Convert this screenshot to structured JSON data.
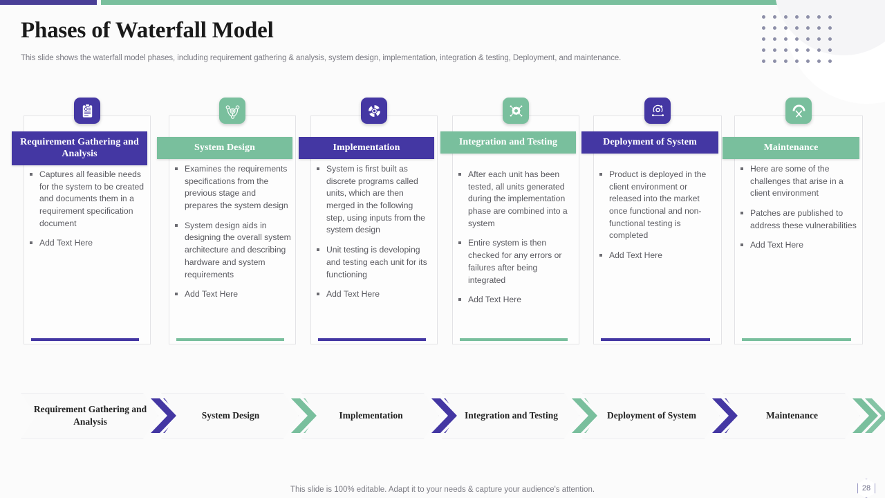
{
  "header": {
    "title": "Phases of Waterfall Model",
    "subtitle": "This slide shows the waterfall model phases, including requirement gathering & analysis, system design, implementation, integration & testing, Deployment, and maintenance."
  },
  "theme": {
    "purple": "#4437a3",
    "green": "#79bf9d",
    "topbar_purple": "#4a3f97",
    "text_body": "#5a5a60",
    "page_bg": "#fbfbfb"
  },
  "cards": [
    {
      "title": "Requirement Gathering and Analysis",
      "color": "purple",
      "icon": "clipboard-document-icon",
      "bullets": [
        "Captures all feasible needs for the system to be created and documents them in a requirement specification document",
        "Add Text Here"
      ]
    },
    {
      "title": "System Design",
      "color": "green",
      "icon": "network-nodes-icon",
      "bullets": [
        "Examines the requirements specifications from the previous stage and prepares the system design",
        "System design aids in designing the overall system architecture and describing hardware and system requirements",
        "Add Text Here"
      ]
    },
    {
      "title": "Implementation",
      "color": "purple",
      "icon": "code-swirl-icon",
      "bullets": [
        "System is first built as discrete programs called units, which are then merged in the following step, using inputs from the system design",
        "Unit testing is developing and testing each unit for its functioning",
        "Add Text Here"
      ]
    },
    {
      "title": "Integration and Testing",
      "color": "green",
      "icon": "gear-network-icon",
      "bullets": [
        "After each unit has been tested, all units generated during the implementation phase are combined into a system",
        "Entire system is then checked for any errors or failures after being integrated",
        "Add Text Here"
      ]
    },
    {
      "title": "Deployment of System",
      "color": "purple",
      "icon": "deploy-target-icon",
      "bullets": [
        "Product is deployed in the client environment or released into the market once functional and non-functional testing is completed",
        "Add Text Here"
      ]
    },
    {
      "title": "Maintenance",
      "color": "green",
      "icon": "gear-tools-icon",
      "bullets": [
        "Here are some of the challenges that arise in a client environment",
        "Patches are published to address these vulnerabilities",
        "Add Text Here"
      ]
    }
  ],
  "flow": [
    {
      "label": "Requirement Gathering and Analysis",
      "arrow_color": "purple"
    },
    {
      "label": "System Design",
      "arrow_color": "green"
    },
    {
      "label": "Implementation",
      "arrow_color": "purple"
    },
    {
      "label": "Integration and Testing",
      "arrow_color": "green"
    },
    {
      "label": "Deployment of System",
      "arrow_color": "purple"
    },
    {
      "label": "Maintenance",
      "arrow_color": "green"
    }
  ],
  "footer": {
    "note": "This slide is 100% editable. Adapt it to your needs & capture your audience's attention.",
    "page_number": "28"
  }
}
